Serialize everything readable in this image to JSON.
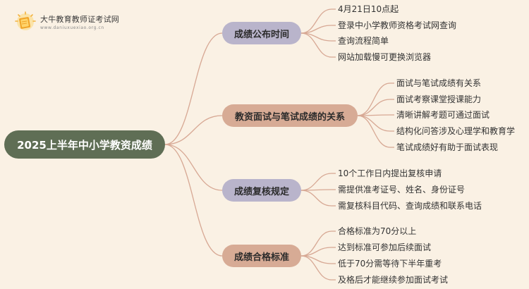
{
  "logo": {
    "name": "大牛教育教师证考试网",
    "url": "www.daniuxuexiao.org.cn"
  },
  "root": {
    "label": "2025上半年中小学教资成绩"
  },
  "branches": [
    {
      "label": "成绩公布时间",
      "items": [
        "4月21日10点起",
        "登录中小学教师资格考试网查询",
        "查询流程简单",
        "网站加载慢可更换浏览器"
      ]
    },
    {
      "label": "教资面试与笔试成绩的关系",
      "items": [
        "面试与笔试成绩有关系",
        "面试考察课堂授课能力",
        "清晰讲解考题可通过面试",
        "结构化问答涉及心理学和教育学",
        "笔试成绩好有助于面试表现"
      ]
    },
    {
      "label": "成绩复核规定",
      "items": [
        "10个工作日内提出复核申请",
        "需提供准考证号、姓名、身份证号",
        "需复核科目代码、查询成绩和联系电话"
      ]
    },
    {
      "label": "成绩合格标准",
      "items": [
        "合格标准为70分以上",
        "达到标准可参加后续面试",
        "低于70分需等待下半年重考",
        "及格后才能继续参加面试考试"
      ]
    }
  ],
  "colors": {
    "background": "#faf1e4",
    "root": "#5f6e55",
    "branch_purple": "#b9b4cb",
    "branch_tan": "#d7ab95",
    "connector": "#d7a894"
  }
}
